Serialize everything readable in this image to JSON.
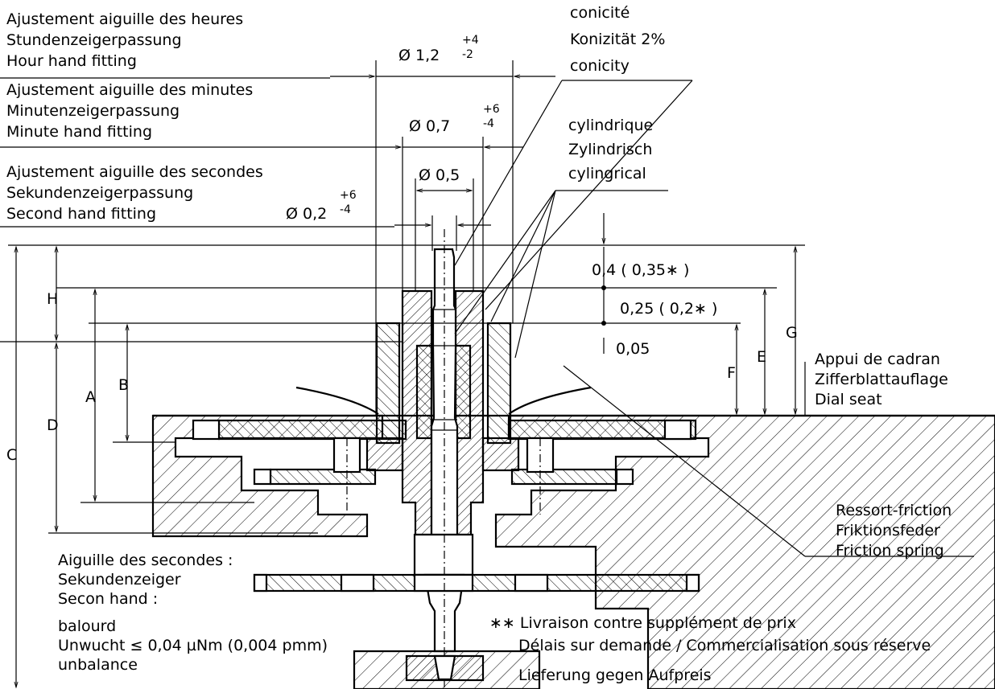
{
  "hour_fitting": {
    "fr": "Ajustement aiguille des heures",
    "de": "Stundenzeigerpassung",
    "en": "Hour hand fitting",
    "dim": "Ø 1,2",
    "tol_plus": "+4",
    "tol_minus": "-2"
  },
  "minute_fitting": {
    "fr": "Ajustement aiguille des minutes",
    "de": "Minutenzeigerpassung",
    "en": "Minute hand fitting",
    "dim": "Ø 0,7",
    "tol_plus": "+6",
    "tol_minus": "-4"
  },
  "second_fitting": {
    "fr": "Ajustement aiguille des secondes",
    "de": "Sekundenzeigerpassung",
    "en": "Second hand fitting",
    "dim": "Ø 0,2",
    "tol_plus": "+6",
    "tol_minus": "-4",
    "bore_dim": "Ø 0,5"
  },
  "conicity": {
    "fr": "conicité",
    "de": "Konizität 2%",
    "en": "conicity"
  },
  "cylindrical": {
    "fr": "cylindrique",
    "de": "Zylindrisch",
    "en": "cylingrical"
  },
  "dims": {
    "top_gap": "0,4 ( 0,35∗ )",
    "mid_gap": "0,25 ( 0,2∗ )",
    "small_gap": "0,05",
    "letters": {
      "h": "H",
      "a": "A",
      "b": "B",
      "c": "C",
      "d": "D",
      "e": "E",
      "f": "F",
      "g": "G"
    }
  },
  "dial_seat": {
    "fr": "Appui de cadran",
    "de": "Zifferblattauflage",
    "en": "Dial seat"
  },
  "friction_spring": {
    "fr": "Ressort-friction",
    "de": "Friktionsfeder",
    "en": "Friction spring"
  },
  "second_hand": {
    "fr": "Aiguille des secondes :",
    "de": "Sekundenzeiger",
    "en": "Secon hand :"
  },
  "unbalance": {
    "fr": "balourd",
    "de": "Unwucht  ≤ 0,04 µNm (0,004 pmm)",
    "en": "unbalance"
  },
  "notes": {
    "line1": "∗∗ Livraison contre supplément de prix",
    "line2": "Délais sur demande / Commercialisation sous réserve",
    "line3": "Lieferung gegen Aufpreis"
  }
}
